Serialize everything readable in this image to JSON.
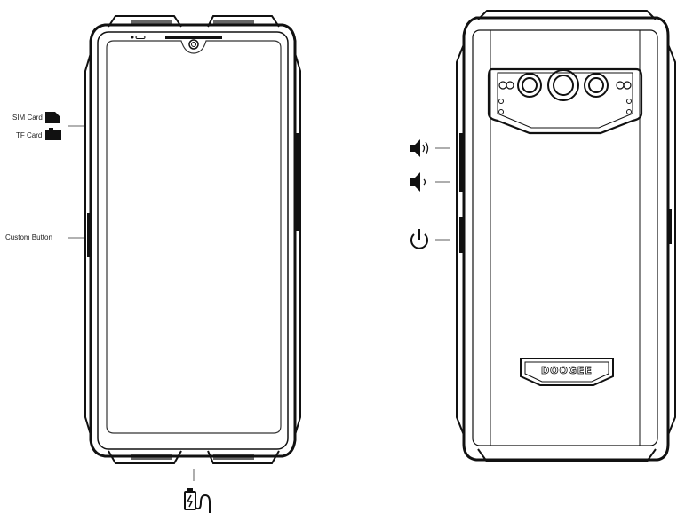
{
  "labels": {
    "sim_card": "SIM Card",
    "tf_card": "TF Card",
    "custom_button": "Custom Button"
  },
  "brand": {
    "logo_text": "DOOGEE"
  },
  "icons": {
    "sim": "sim-card-icon",
    "tf": "tf-card-icon",
    "volume_up": "volume-up-icon",
    "volume_down": "volume-down-icon",
    "power": "power-icon",
    "charging": "charging-cable-icon"
  },
  "colors": {
    "line": "#111111",
    "screen_border": "#333333"
  }
}
